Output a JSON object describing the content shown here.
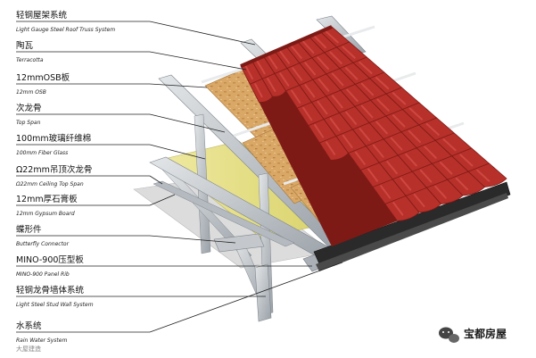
{
  "labels": [
    {
      "cn": "轻钢屋架系统",
      "en": "Light Gauge Steel Roof Truss System"
    },
    {
      "cn": "陶瓦",
      "en": "Terracotta"
    },
    {
      "cn": "12mmOSB板",
      "en": "12mm OSB"
    },
    {
      "cn": "次龙骨",
      "en": "Top Span"
    },
    {
      "cn": "100mm玻璃纤维棉",
      "en": "100mm Fiber Glass"
    },
    {
      "cn": "Ω22mm吊顶次龙骨",
      "en": "Ω22mm Ceiling Top Span"
    },
    {
      "cn": "12mm厚石膏板",
      "en": "12mm Gypsum Board"
    },
    {
      "cn": "蝶形件",
      "en": "Butterfly Connector"
    },
    {
      "cn": "MINO-900压型板",
      "en": "MINO-900 Panel Rib"
    },
    {
      "cn": "轻钢龙骨墙体系统",
      "en": "Light Steel Stud Wall System"
    },
    {
      "cn": "水系统",
      "en": "Rain Water System"
    }
  ],
  "watermark": {
    "brand": "宝都房屋",
    "faint": "大屋建造"
  },
  "colors": {
    "tile": "#b8302a",
    "tile_dark": "#7e1a16",
    "tile_light": "#d8524a",
    "osb": "#d9a766",
    "fiberglass": "#e6e07a",
    "steel": "#c8ccd0",
    "steel_dark": "#8d949b",
    "gutter": "#2a2a2a"
  },
  "icons": {
    "watermark_logo": "wechat-bubble-icon"
  }
}
